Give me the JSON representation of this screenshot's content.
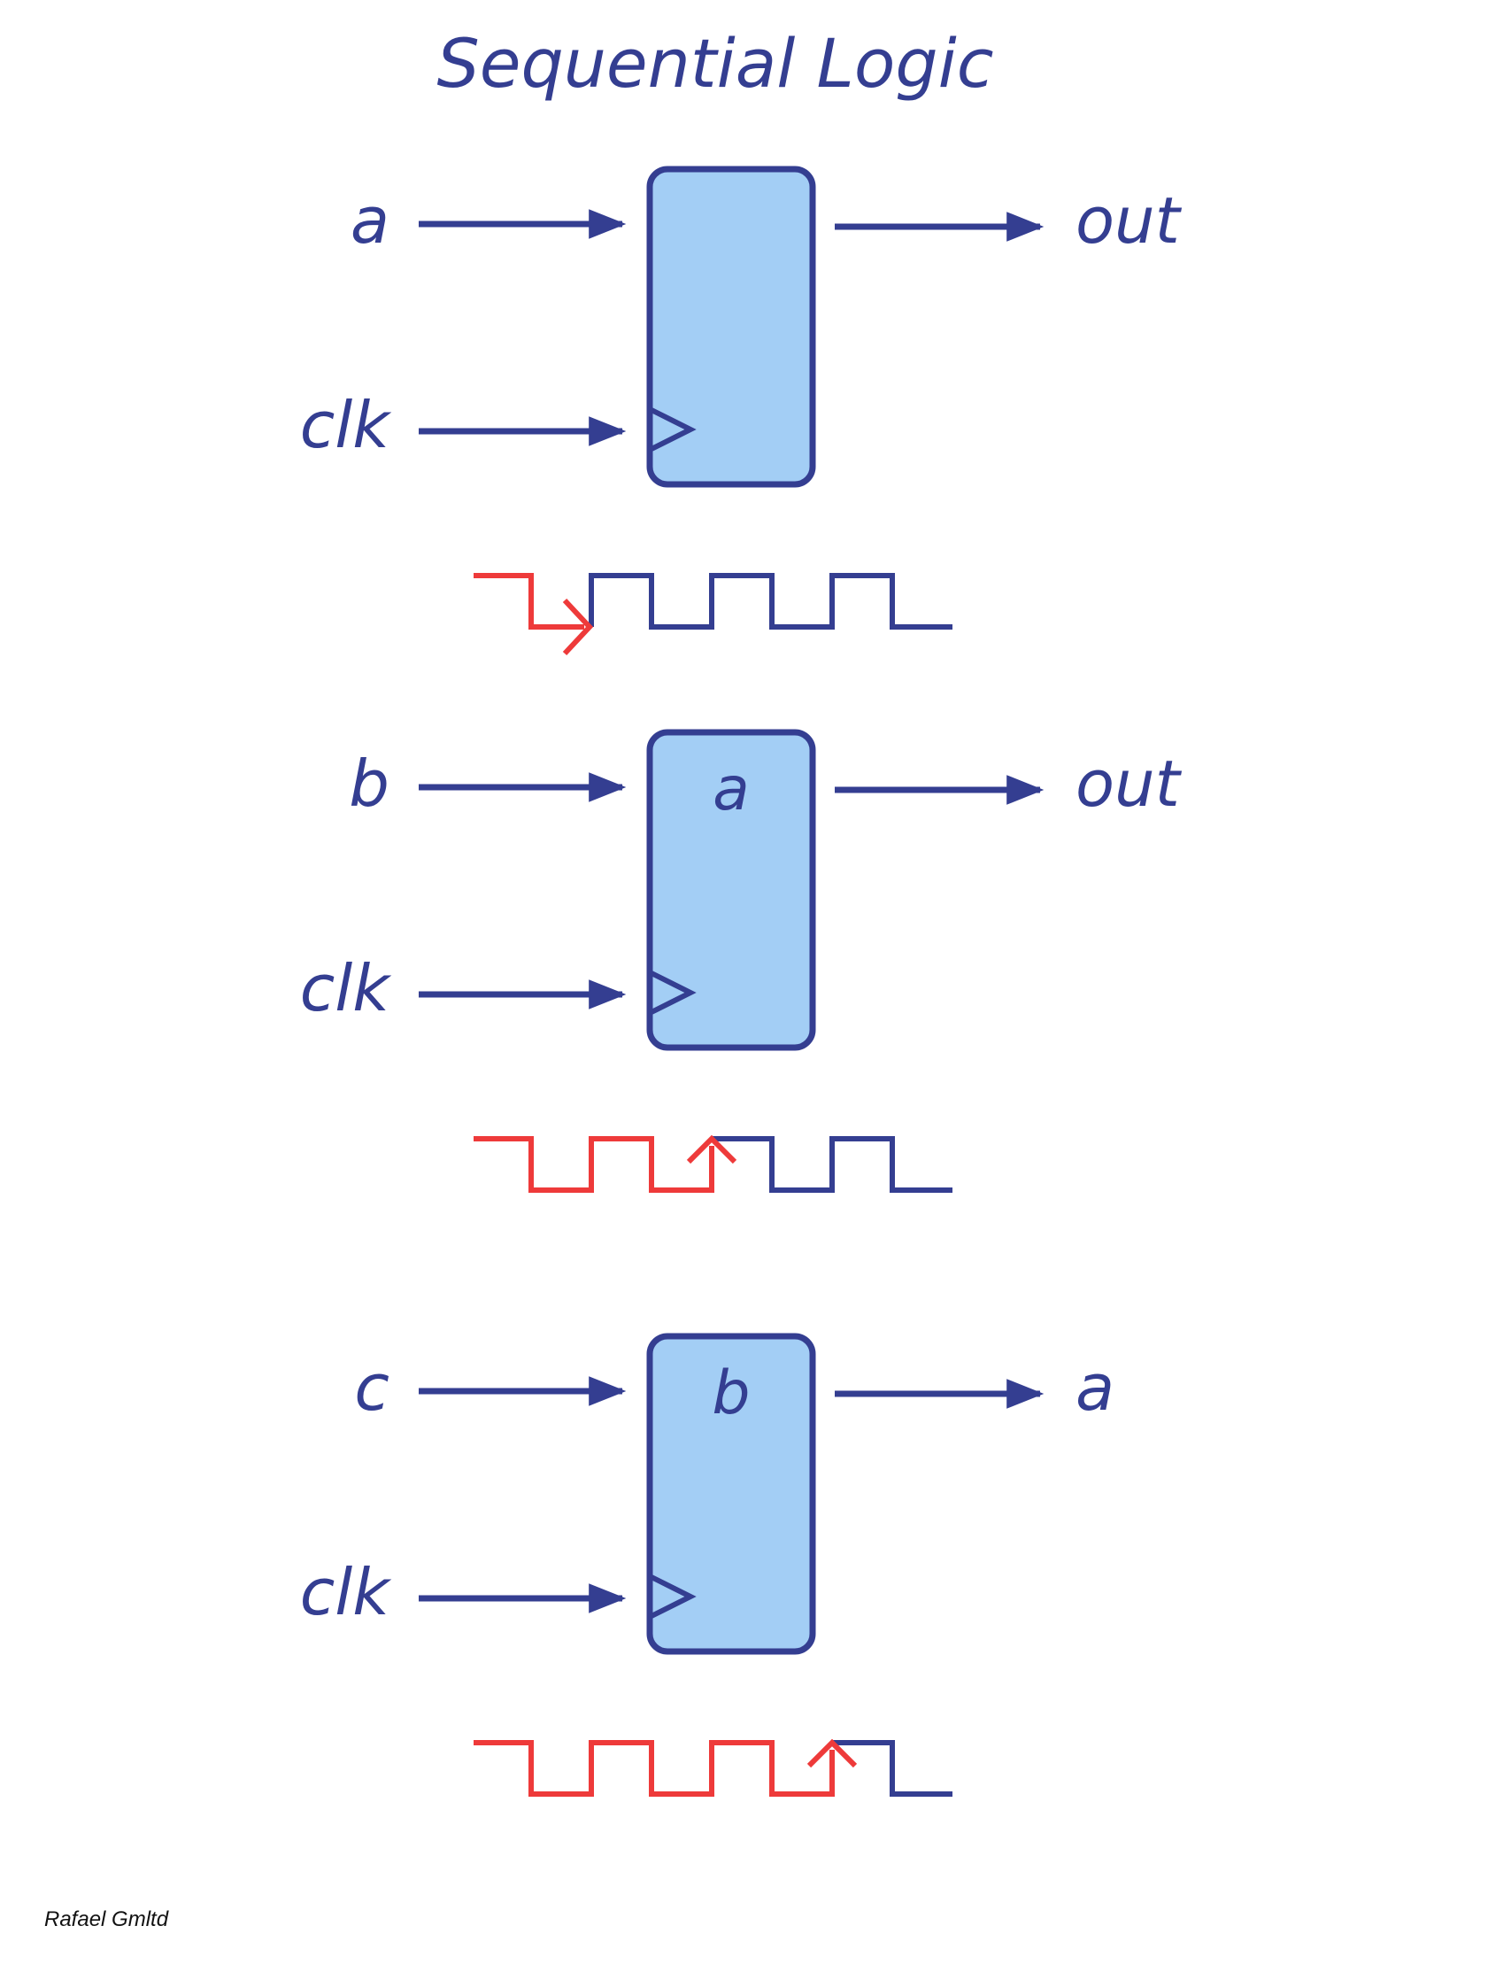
{
  "title": "Sequential Logic",
  "author": "Rafael Gmltd",
  "colors": {
    "wire": "#343e91",
    "register_fill": "#a3cef5",
    "elapsed_clock": "#ee3a3a",
    "background": "#ffffff"
  },
  "stages": [
    {
      "input_label": "a",
      "clock_label": "clk",
      "stored_value": "",
      "output_label": "out",
      "clock_cycles_total": 4,
      "clock_edges_elapsed": 0
    },
    {
      "input_label": "b",
      "clock_label": "clk",
      "stored_value": "a",
      "output_label": "out",
      "clock_cycles_total": 4,
      "clock_edges_elapsed": 1
    },
    {
      "input_label": "c",
      "clock_label": "clk",
      "stored_value": "b",
      "output_label": "a",
      "clock_cycles_total": 4,
      "clock_edges_elapsed": 2
    }
  ]
}
